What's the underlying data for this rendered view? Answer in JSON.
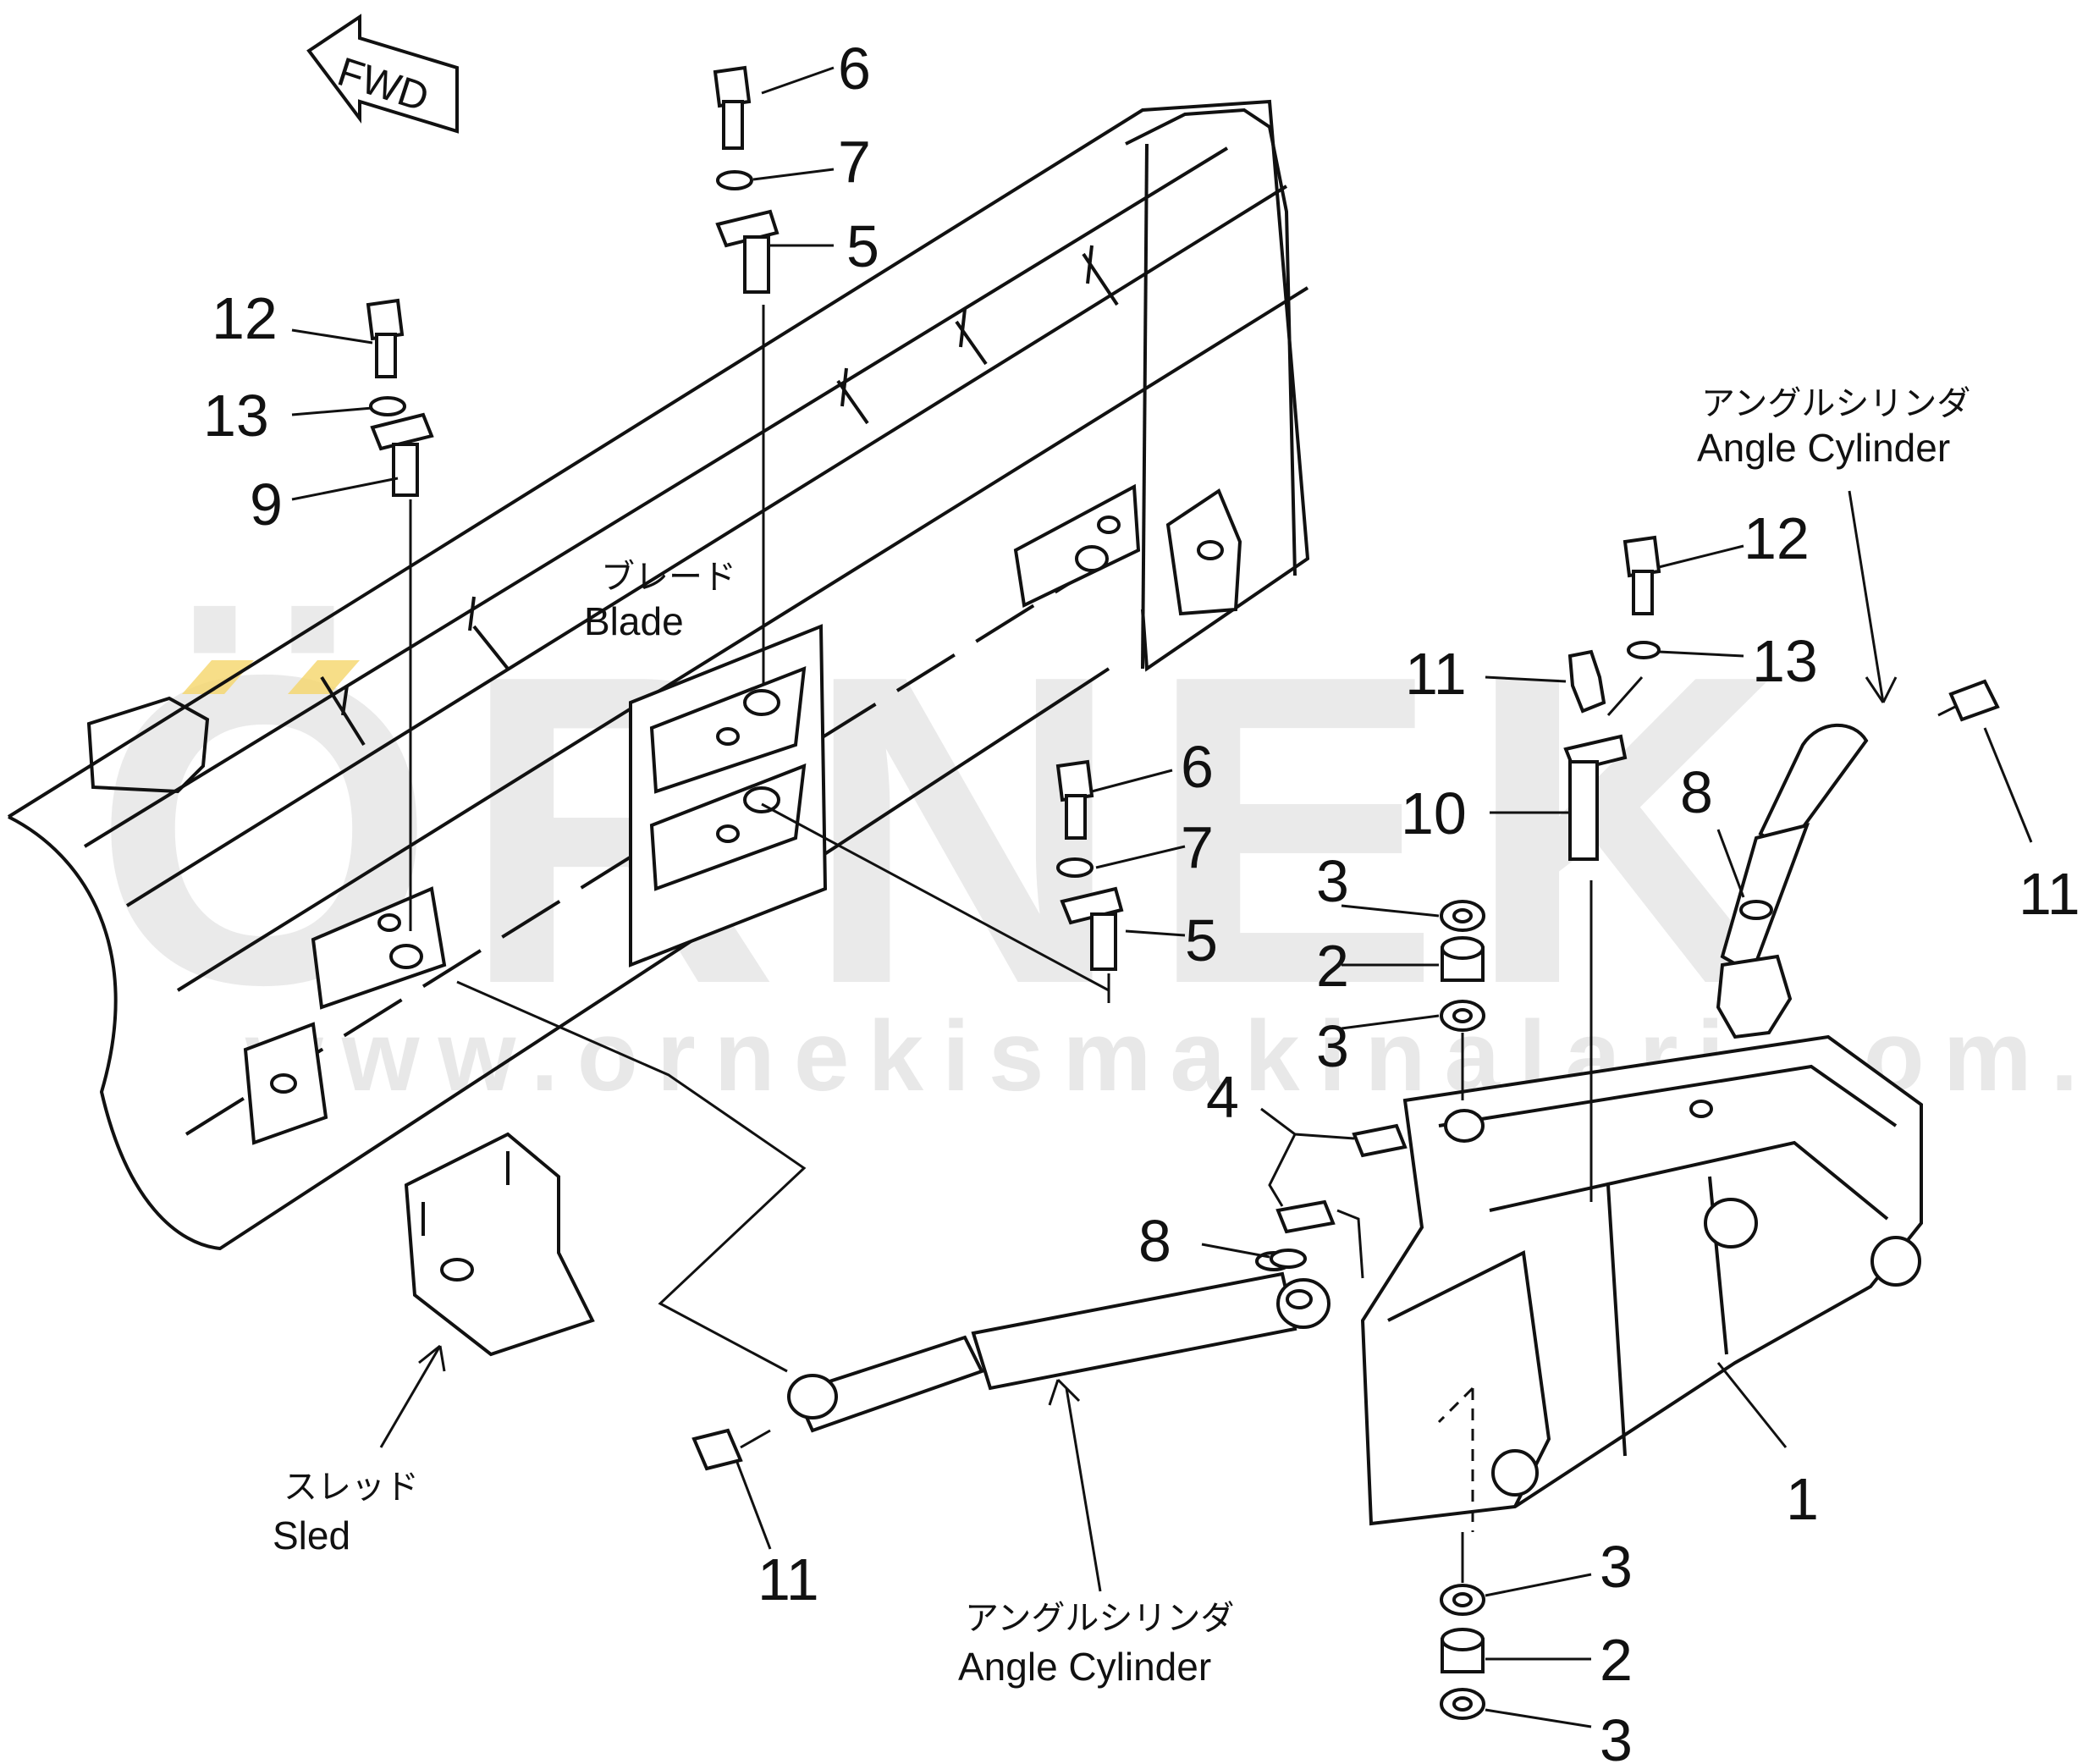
{
  "watermark": {
    "brand": "ÖRNEK",
    "url": "www.ornekismakinalari.com.tr",
    "accent_color": "#f5d66a"
  },
  "fwd_label": "FWD",
  "labels": {
    "blade_jp": "ブレード",
    "blade_en": "Blade",
    "sled_jp": "スレッド",
    "sled_en": "Sled",
    "cyl_right_jp": "アングルシリンダ",
    "cyl_right_en": "Angle Cylinder",
    "cyl_bottom_jp": "アングルシリンダ",
    "cyl_bottom_en": "Angle Cylinder"
  },
  "callouts": {
    "c6a": "6",
    "c7a": "7",
    "c5a": "5",
    "c12a": "12",
    "c13a": "13",
    "c9": "9",
    "c6b": "6",
    "c7b": "7",
    "c5b": "5",
    "c11a": "11",
    "c10": "10",
    "c12b": "12",
    "c13b": "13",
    "c8a": "8",
    "c11b": "11",
    "c3a": "3",
    "c2a": "2",
    "c3b": "3",
    "c4": "4",
    "c8b": "8",
    "c11c": "11",
    "c1": "1",
    "c3c": "3",
    "c2b": "2",
    "c3d": "3"
  }
}
